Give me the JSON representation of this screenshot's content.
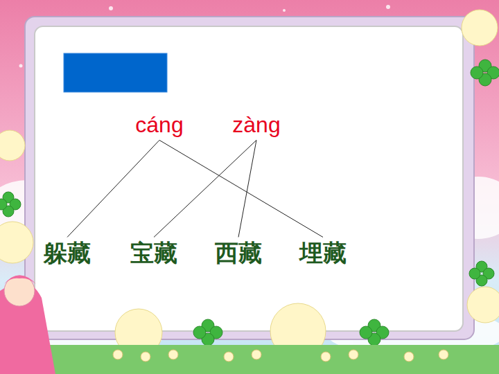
{
  "diagram": {
    "nodes": [
      {
        "text": [
          "cáng"
        ]
      },
      {
        "text": [
          "zàng"
        ]
      },
      {
        "text": [
          "躲藏"
        ]
      },
      {
        "text": [
          "宝藏"
        ]
      },
      {
        "text": [
          "西藏"
        ]
      },
      {
        "text": [
          "埋藏"
        ]
      }
    ],
    "edges": [
      {
        "from": 0,
        "to": 2,
        "arrow": "none"
      },
      {
        "from": 0,
        "to": 5,
        "arrow": "none"
      },
      {
        "from": 1,
        "to": 3,
        "arrow": "none"
      },
      {
        "from": 1,
        "to": 4,
        "arrow": "none"
      }
    ]
  }
}
